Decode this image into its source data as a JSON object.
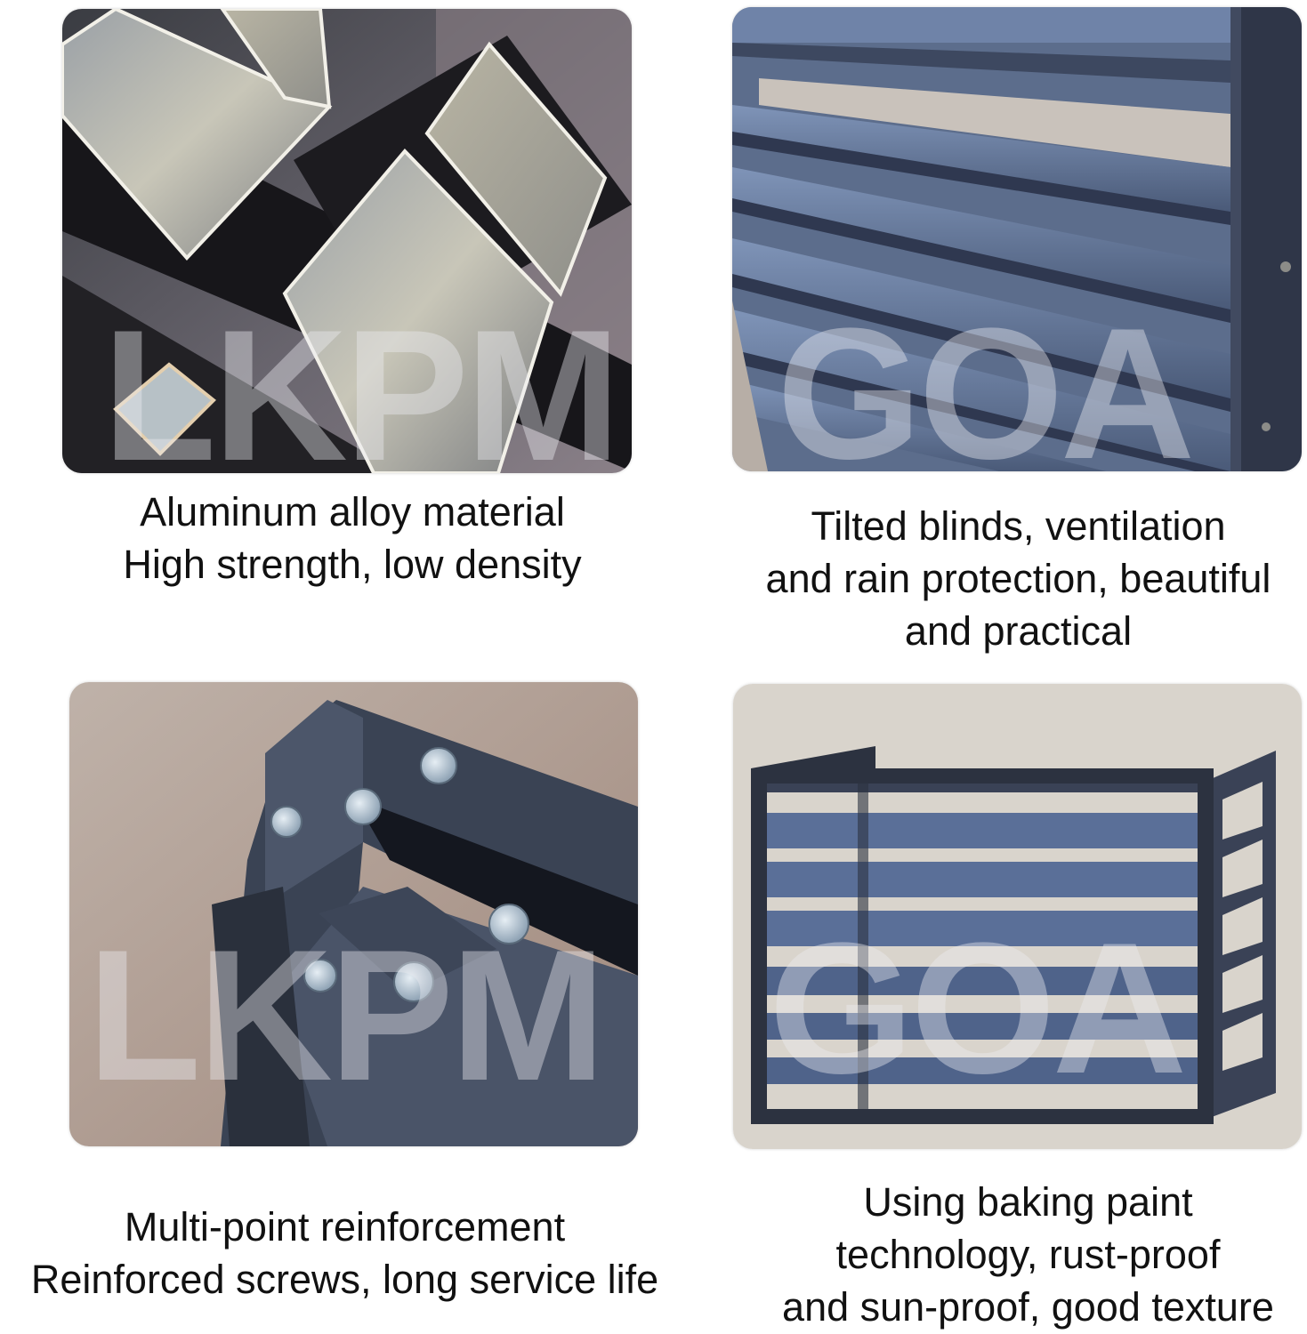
{
  "watermark": {
    "left_part": "LKPM",
    "right_part": "GOA"
  },
  "panels": [
    {
      "id": "aluminum-material",
      "image_subject": "Close-up of aluminum alloy square tube profiles",
      "caption_lines": [
        "Aluminum alloy material",
        "High strength, low density"
      ]
    },
    {
      "id": "tilted-blinds",
      "image_subject": "Close-up of tilted louver blinds on a dark grey frame",
      "caption_lines": [
        "Tilted blinds, ventilation",
        "and rain protection, beautiful",
        "and practical"
      ]
    },
    {
      "id": "reinforcement",
      "image_subject": "Frame corner joints fastened with reinforced screws",
      "caption_lines": [
        "Multi-point reinforcement",
        "Reinforced screws, long service life"
      ]
    },
    {
      "id": "baking-paint",
      "image_subject": "Full view of louvered air-conditioner outdoor unit cover",
      "caption_lines": [
        "Using baking paint",
        "technology, rust-proof",
        "and sun-proof, good texture"
      ]
    }
  ],
  "colors": {
    "background": "#ffffff",
    "text": "#111111",
    "frame_dark": "#2c3240",
    "louver_blue": "#5b6f95",
    "backdrop_beige": "#d8d3cb"
  }
}
